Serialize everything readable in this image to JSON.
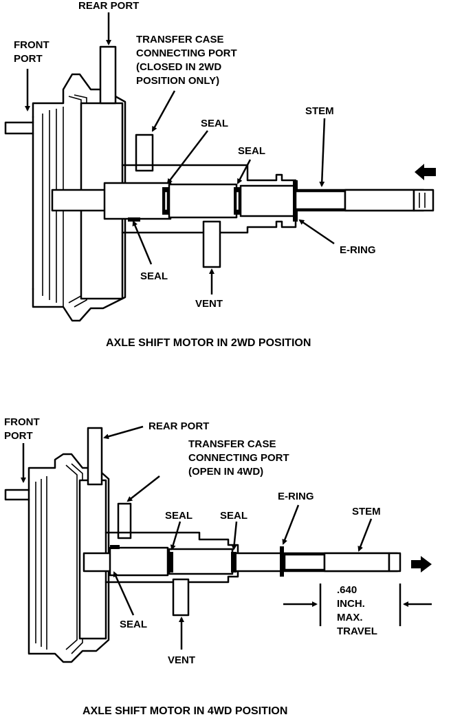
{
  "diagrams": [
    {
      "caption": "AXLE SHIFT MOTOR IN 2WD POSITION",
      "labels": {
        "rear_port": "REAR PORT",
        "front_port": [
          "FRONT",
          "PORT"
        ],
        "transfer_port": [
          "TRANSFER CASE",
          "CONNECTING PORT",
          "(CLOSED IN 2WD",
          "POSITION ONLY)"
        ],
        "seal_upper_1": "SEAL",
        "seal_upper_2": "SEAL",
        "stem": "STEM",
        "e_ring": "E-RING",
        "seal_lower": "SEAL",
        "vent": "VENT"
      }
    },
    {
      "caption": "AXLE SHIFT MOTOR IN 4WD POSITION",
      "labels": {
        "front_port": [
          "FRONT",
          "PORT"
        ],
        "rear_port": "REAR PORT",
        "transfer_port": [
          "TRANSFER CASE",
          "CONNECTING PORT",
          "(OPEN IN 4WD)"
        ],
        "e_ring": "E-RING",
        "seal_upper_1": "SEAL",
        "seal_upper_2": "SEAL",
        "stem": "STEM",
        "seal_lower": "SEAL",
        "vent": "VENT",
        "travel": [
          ".640",
          "INCH.",
          "MAX.",
          "TRAVEL"
        ]
      }
    }
  ]
}
